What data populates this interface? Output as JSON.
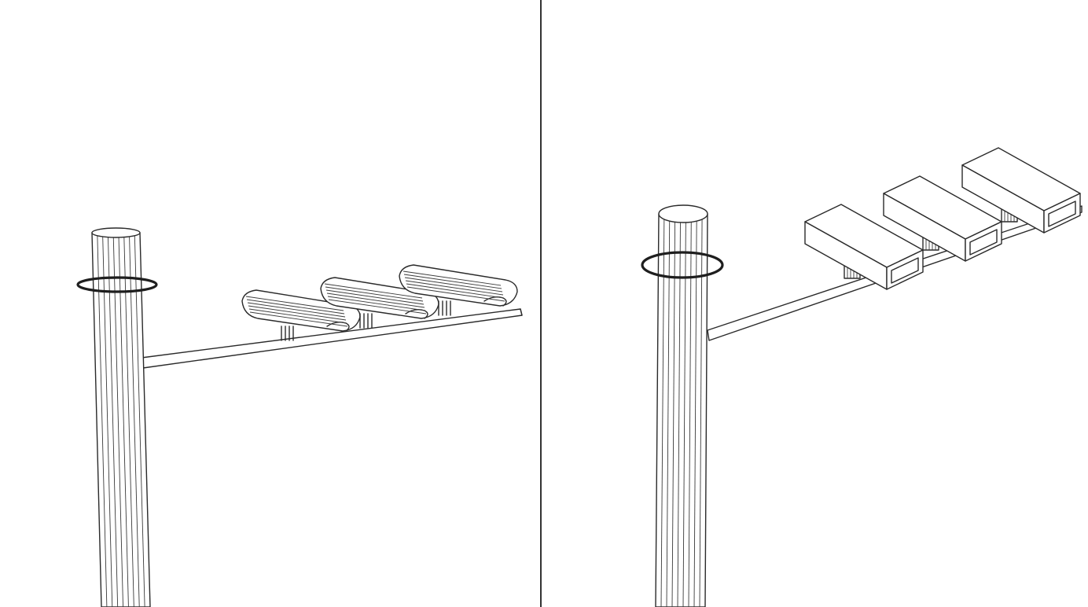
{
  "figure": {
    "panels": [
      {
        "id": "left",
        "pole": "round-pole",
        "ring": "clamp-ring",
        "arm": "flat-arm",
        "fixtures": {
          "shape": "half-cylinder",
          "count": 3
        }
      },
      {
        "id": "right",
        "pole": "round-pole",
        "ring": "clamp-ring",
        "arm": "flat-arm",
        "fixtures": {
          "shape": "rectangular-box",
          "count": 3
        }
      }
    ],
    "divider": "vertical-line",
    "colors": {
      "line": "#2a2a2a",
      "background": "#ffffff"
    }
  }
}
